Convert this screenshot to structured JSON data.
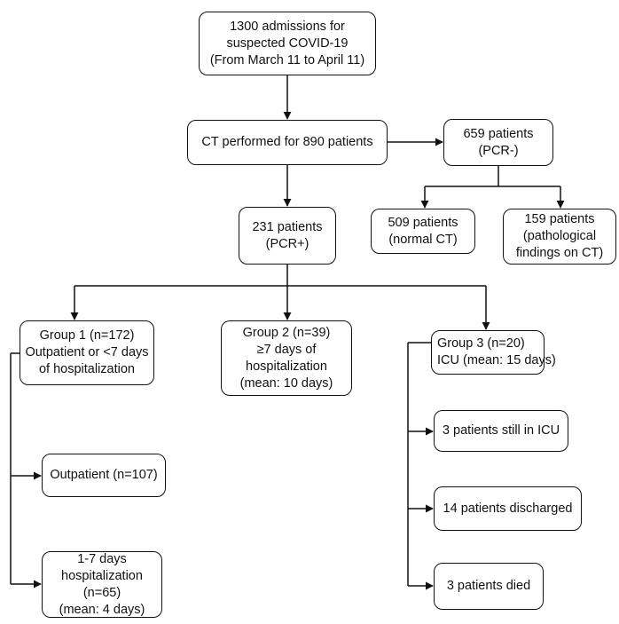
{
  "nodes": {
    "admissions": {
      "lines": [
        "1300 admissions for",
        "suspected COVID-19",
        "(From March 11 to April 11)"
      ]
    },
    "ct": {
      "lines": [
        "CT performed for 890 patients"
      ]
    },
    "pcr_neg": {
      "lines": [
        "659 patients",
        "(PCR-)"
      ]
    },
    "pcr_pos": {
      "lines": [
        "231 patients",
        "(PCR+)"
      ]
    },
    "normal_ct": {
      "lines": [
        "509 patients",
        "(normal CT)"
      ]
    },
    "path_ct": {
      "lines": [
        "159 patients",
        "(pathological",
        "findings on CT)"
      ]
    },
    "group1": {
      "lines": [
        "Group 1 (n=172)",
        "Outpatient or <7 days",
        "of hospitalization"
      ]
    },
    "group2": {
      "lines": [
        "Group 2 (n=39)",
        "≥7 days of",
        "hospitalization",
        "(mean: 10 days)"
      ]
    },
    "group3": {
      "lines": [
        "Group 3 (n=20)",
        "ICU (mean: 15 days)"
      ]
    },
    "outpatient": {
      "lines": [
        "Outpatient (n=107)"
      ]
    },
    "hosp_1_7": {
      "lines": [
        "1-7 days",
        "hospitalization",
        "(n=65)",
        "(mean: 4 days)"
      ]
    },
    "still_icu": {
      "lines": [
        "3 patients still in ICU"
      ]
    },
    "discharged": {
      "lines": [
        "14 patients discharged"
      ]
    },
    "died": {
      "lines": [
        "3 patients died"
      ]
    }
  },
  "colors": {
    "stroke": "#111111",
    "background": "#ffffff"
  }
}
